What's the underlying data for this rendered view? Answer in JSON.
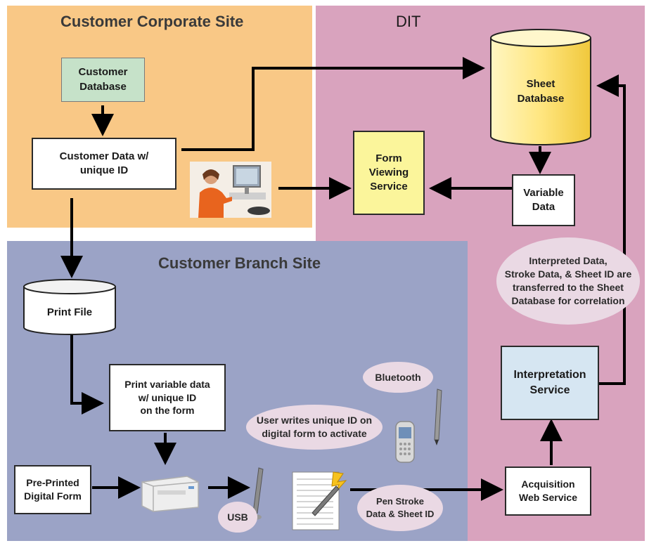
{
  "regions": {
    "corporate": {
      "title": "Customer Corporate Site"
    },
    "dit": {
      "title": "DIT"
    },
    "branch": {
      "title": "Customer Branch Site"
    }
  },
  "nodes": {
    "customer_database": "Customer\nDatabase",
    "customer_data": "Customer Data w/\nunique ID",
    "sheet_database": "Sheet\nDatabase",
    "form_viewing_service": "Form\nViewing\nService",
    "variable_data": "Variable\nData",
    "print_file": "Print File",
    "print_variable_data": "Print variable data\nw/ unique ID\non the form",
    "pre_printed_form": "Pre-Printed\nDigital Form",
    "interpretation_service": "Interpretation\nService",
    "acquisition_web_service": "Acquisition\nWeb Service"
  },
  "notes": {
    "interpreted_data": "Interpreted Data,\nStroke Data, & Sheet ID are\ntransferred to the Sheet\nDatabase for correlation",
    "bluetooth": "Bluetooth",
    "user_writes": "User writes unique ID on\ndigital form to activate",
    "pen_stroke": "Pen Stroke\nData & Sheet ID",
    "usb": "USB"
  },
  "colors": {
    "corporate_bg": "#f9c886",
    "dit_bg": "#d9a3be",
    "branch_bg": "#9ba3c6",
    "customer_db_fill": "#c6e2c9",
    "form_viewing_fill": "#fbf59b",
    "interpretation_fill": "#d6e6f2",
    "sheet_db_fill": "#ffe680",
    "ellipse_fill": "#ead9e4"
  }
}
